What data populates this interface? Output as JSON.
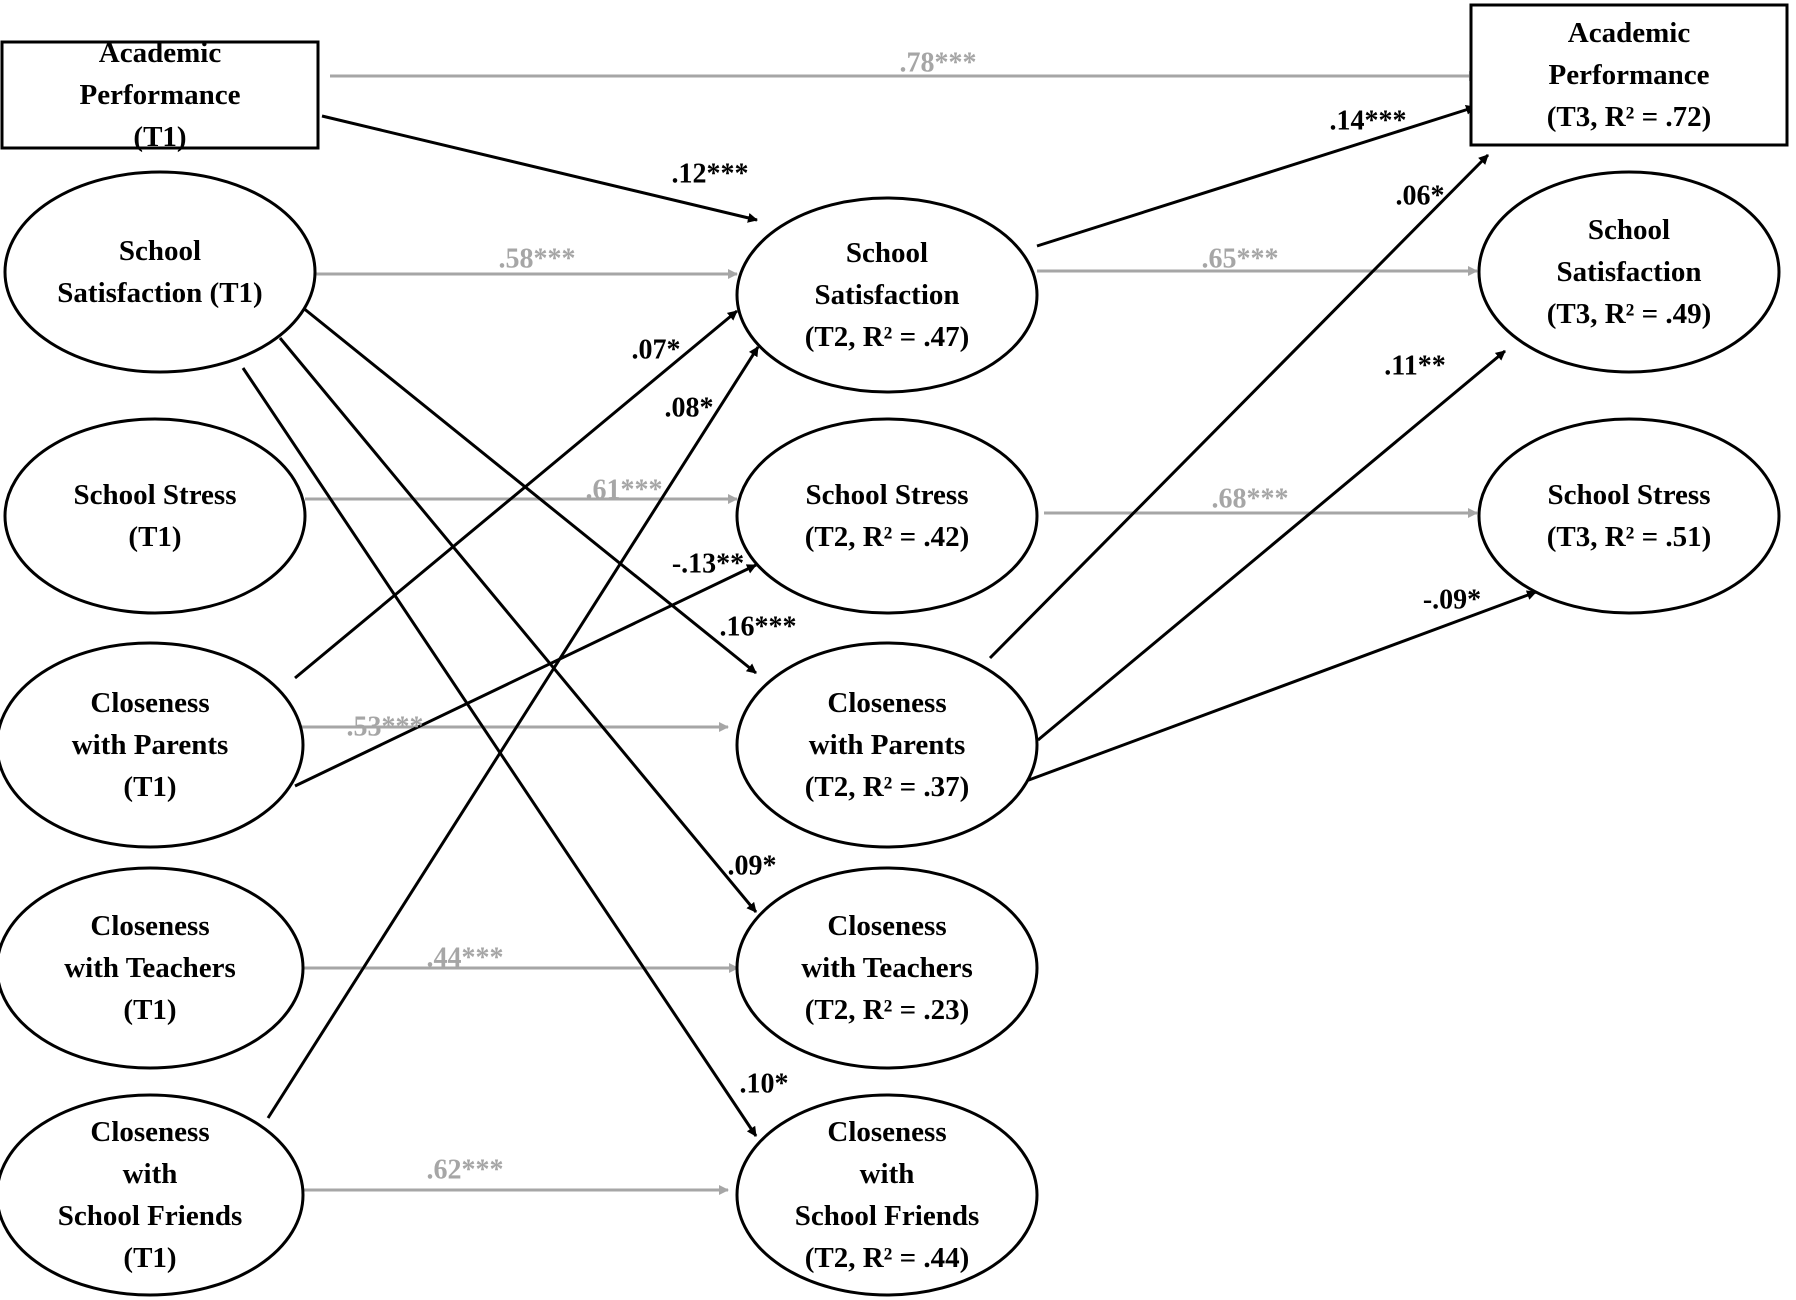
{
  "colors": {
    "significant": "#000000",
    "autoregressive": "#a6a6a6"
  },
  "nodes": [
    {
      "id": "ap_t1",
      "shape": "rect",
      "lines": [
        "Academic",
        "Performance",
        "(T1)"
      ]
    },
    {
      "id": "ss_t1",
      "shape": "ellipse",
      "lines": [
        "School",
        "Satisfaction (T1)"
      ]
    },
    {
      "id": "st_t1",
      "shape": "ellipse",
      "lines": [
        "School Stress",
        "(T1)"
      ]
    },
    {
      "id": "cp_t1",
      "shape": "ellipse",
      "lines": [
        "Closeness",
        "with Parents",
        "(T1)"
      ]
    },
    {
      "id": "ct_t1",
      "shape": "ellipse",
      "lines": [
        "Closeness",
        "with Teachers",
        "(T1)"
      ]
    },
    {
      "id": "cf_t1",
      "shape": "ellipse",
      "lines": [
        "Closeness",
        "with",
        "School Friends",
        "(T1)"
      ]
    },
    {
      "id": "ss_t2",
      "shape": "ellipse",
      "lines": [
        "School",
        "Satisfaction",
        "(T2, R² = .47)"
      ]
    },
    {
      "id": "st_t2",
      "shape": "ellipse",
      "lines": [
        "School Stress",
        "(T2, R² = .42)"
      ]
    },
    {
      "id": "cp_t2",
      "shape": "ellipse",
      "lines": [
        "Closeness",
        "with Parents",
        "(T2, R² = .37)"
      ]
    },
    {
      "id": "ct_t2",
      "shape": "ellipse",
      "lines": [
        "Closeness",
        "with Teachers",
        "(T2, R² = .23)"
      ]
    },
    {
      "id": "cf_t2",
      "shape": "ellipse",
      "lines": [
        "Closeness",
        "with",
        "School Friends",
        "(T2, R² = .44)"
      ]
    },
    {
      "id": "ap_t3",
      "shape": "rect",
      "lines": [
        "Academic",
        "Performance",
        "(T3, R² = .72)"
      ]
    },
    {
      "id": "ss_t3",
      "shape": "ellipse",
      "lines": [
        "School",
        "Satisfaction",
        "(T3, R² = .49)"
      ]
    },
    {
      "id": "st_t3",
      "shape": "ellipse",
      "lines": [
        "School Stress",
        "(T3, R² = .51)"
      ]
    }
  ],
  "edges": [
    {
      "from": "ap_t1",
      "to": "ap_t3",
      "label": ".78***",
      "kind": "autoregressive"
    },
    {
      "from": "ap_t1",
      "to": "ss_t2",
      "label": ".12***",
      "kind": "significant"
    },
    {
      "from": "ss_t1",
      "to": "ss_t2",
      "label": ".58***",
      "kind": "autoregressive"
    },
    {
      "from": "st_t1",
      "to": "st_t2",
      "label": ".61***",
      "kind": "autoregressive"
    },
    {
      "from": "cp_t1",
      "to": "cp_t2",
      "label": ".53***",
      "kind": "autoregressive"
    },
    {
      "from": "ct_t1",
      "to": "ct_t2",
      "label": ".44***",
      "kind": "autoregressive"
    },
    {
      "from": "cf_t1",
      "to": "cf_t2",
      "label": ".62***",
      "kind": "autoregressive"
    },
    {
      "from": "cp_t1",
      "to": "ss_t2",
      "label": ".07*",
      "kind": "significant"
    },
    {
      "from": "cf_t1",
      "to": "ss_t2",
      "label": ".08*",
      "kind": "significant"
    },
    {
      "from": "cp_t1",
      "to": "st_t2",
      "label": "-.13**",
      "kind": "significant"
    },
    {
      "from": "ss_t1",
      "to": "cp_t2",
      "label": ".16***",
      "kind": "significant"
    },
    {
      "from": "ss_t1",
      "to": "ct_t2",
      "label": ".09*",
      "kind": "significant"
    },
    {
      "from": "ss_t1",
      "to": "cf_t2",
      "label": ".10*",
      "kind": "significant"
    },
    {
      "from": "ss_t2",
      "to": "ap_t3",
      "label": ".14***",
      "kind": "significant"
    },
    {
      "from": "ss_t2",
      "to": "ss_t3",
      "label": ".65***",
      "kind": "autoregressive"
    },
    {
      "from": "st_t2",
      "to": "st_t3",
      "label": ".68***",
      "kind": "autoregressive"
    },
    {
      "from": "cp_t2",
      "to": "ap_t3",
      "label": ".06*",
      "kind": "significant"
    },
    {
      "from": "cp_t2",
      "to": "ss_t3",
      "label": ".11**",
      "kind": "significant"
    },
    {
      "from": "cp_t2",
      "to": "st_t3",
      "label": "-.09*",
      "kind": "significant"
    }
  ]
}
